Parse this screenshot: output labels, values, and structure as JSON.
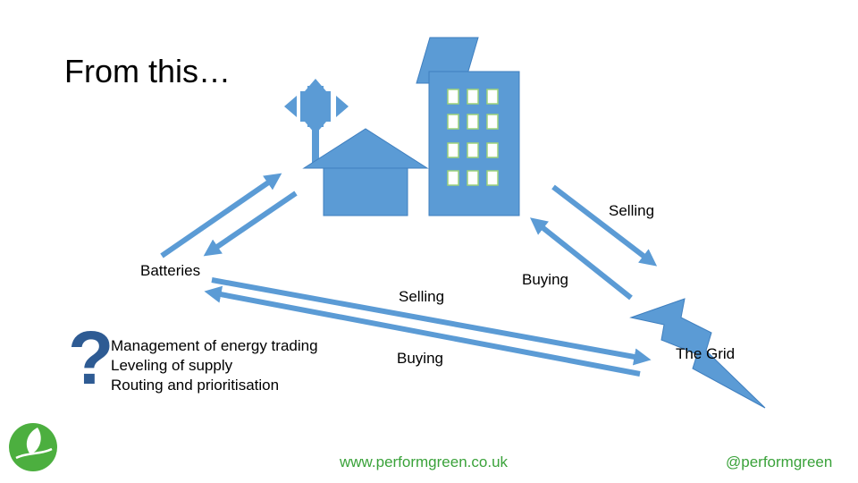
{
  "title": "From this…",
  "labels": {
    "batteries": "Batteries",
    "the_grid": "The Grid",
    "selling_right": "Selling",
    "buying_right": "Buying",
    "selling_bottom": "Selling",
    "buying_bottom": "Buying"
  },
  "question": {
    "mark": "?",
    "items": [
      "Management of energy trading",
      "Leveling of supply",
      "Routing and prioritisation"
    ]
  },
  "footer": {
    "website": "www.performgreen.co.uk",
    "handle": "@performgreen"
  },
  "colors": {
    "shape_blue": "#5b9bd5",
    "dark_blue": "#2e5b93",
    "footer_green": "#3aa23a",
    "logo_green": "#4caf3f"
  },
  "icons": [
    "house-icon",
    "office-building-icon",
    "wind-turbine-icon",
    "lightning-bolt-icon",
    "leaf-logo-icon"
  ]
}
